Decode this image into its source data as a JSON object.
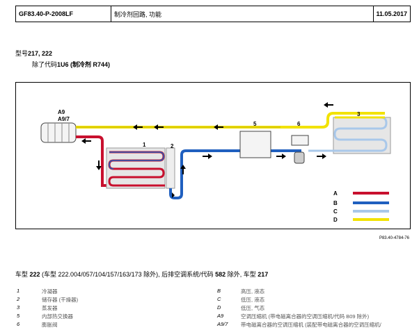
{
  "header": {
    "doc_id": "GF83.40-P-2008LF",
    "title": "制冷剂回路, 功能",
    "date": "11.05.2017"
  },
  "model_line": {
    "prefix": "型号",
    "models": "217, 222"
  },
  "except_line": {
    "prefix": "除了代码",
    "code": "1U6",
    "suffix": "(制冷剂 R744)"
  },
  "diagram": {
    "labels": {
      "a9": "A9",
      "a97": "A9/7",
      "n1": "1",
      "n2": "2",
      "n3": "3",
      "n5": "5",
      "n6": "6",
      "la": "A",
      "lb": "B",
      "lc": "C",
      "ld": "D"
    },
    "colors": {
      "A": "#c8102e",
      "B": "#1f5fbf",
      "C": "#a9c8ea",
      "D": "#f2e200"
    },
    "ref": "P83.40-4784-76"
  },
  "caption": {
    "prefix": "车型 ",
    "model": "222",
    "middle": " (车型 222.004/057/104/157/163/173 除外), 后排空调系统/代码 ",
    "code": "582",
    "suffix": " 除外, 车型 ",
    "model2": "217"
  },
  "legend_left": [
    {
      "num": "1",
      "text": "冷凝器"
    },
    {
      "num": "2",
      "text": "储存器 (干燥器)"
    },
    {
      "num": "3",
      "text": "蒸发器"
    },
    {
      "num": "5",
      "text": "内部热交换器"
    },
    {
      "num": "6",
      "text": "膨胀阀"
    }
  ],
  "legend_right": [
    {
      "num": "B",
      "text": "高压, 液态"
    },
    {
      "num": "C",
      "text": "低压, 液态"
    },
    {
      "num": "D",
      "text": "低压, 气态"
    },
    {
      "num": "A9",
      "text": "空调压缩机 (带电磁离合器的空调压缩机/代码 B09 除外)"
    },
    {
      "num": "A9/7",
      "text": "带电磁离合器的空调压缩机 (装配带电磁离合器的空调压缩机/"
    }
  ]
}
